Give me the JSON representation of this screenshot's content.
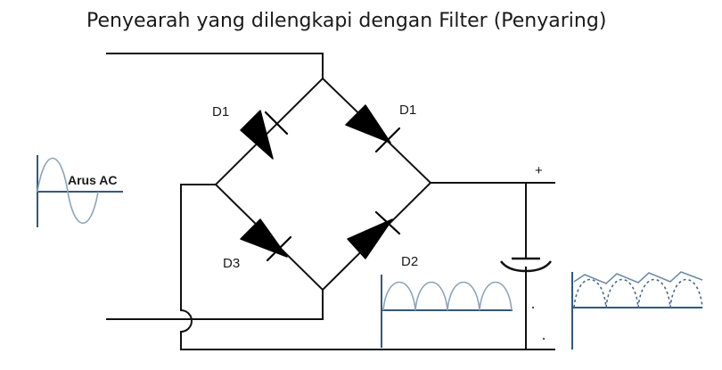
{
  "title": "Penyearah yang dilengkapi dengan Filter (Penyaring)",
  "labels": {
    "d1_left": "D1",
    "d1_right": "D1",
    "d3": "D3",
    "d2": "D2",
    "ac_source": "Arus AC",
    "plus": "+"
  },
  "colors": {
    "wire": "#111111",
    "diode": "#000000",
    "wave_axis": "#34597a",
    "wave_line": "#8da4ba"
  }
}
